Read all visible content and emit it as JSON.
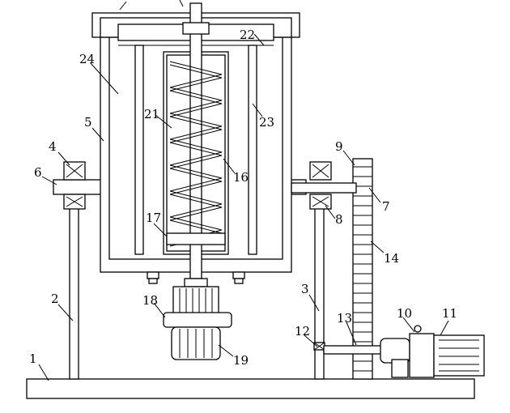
{
  "labels": {
    "l1": "1",
    "l2": "2",
    "l3": "3",
    "l4": "4",
    "l5": "5",
    "l6": "6",
    "l7": "7",
    "l8": "8",
    "l9": "9",
    "l10": "10",
    "l11": "11",
    "l12": "12",
    "l13": "13",
    "l14": "14",
    "l16": "16",
    "l17": "17",
    "l18": "18",
    "l19": "19",
    "l21": "21",
    "l22": "22",
    "l23": "23",
    "l24": "24"
  },
  "colors": {
    "line": "#000000",
    "paper": "#ffffff"
  }
}
